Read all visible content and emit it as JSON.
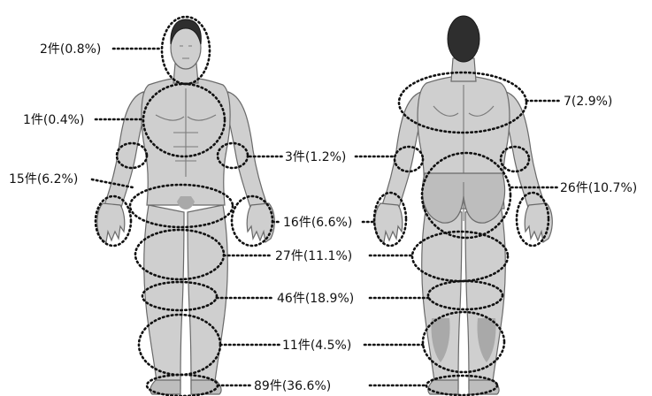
{
  "figure": {
    "colors": {
      "skin": "#cfcfcf",
      "hair": "#2e2e2e",
      "annotation": "#111111"
    },
    "regions": [
      {
        "id": "head",
        "label": "2件(0.8%)"
      },
      {
        "id": "chest",
        "label": "1件(0.4%)"
      },
      {
        "id": "forearm",
        "label": "3件(1.2%)"
      },
      {
        "id": "pelvis",
        "label": "15件(6.2%)"
      },
      {
        "id": "hands",
        "label": "16件(6.6%)"
      },
      {
        "id": "thigh",
        "label": "27件(11.1%)"
      },
      {
        "id": "knee",
        "label": "46件(18.9%)"
      },
      {
        "id": "shin",
        "label": "11件(4.5%)"
      },
      {
        "id": "feet",
        "label": "89件(36.6%)"
      },
      {
        "id": "back",
        "label": "7(2.9%)"
      },
      {
        "id": "buttocks",
        "label": "26件(10.7%)"
      }
    ]
  }
}
